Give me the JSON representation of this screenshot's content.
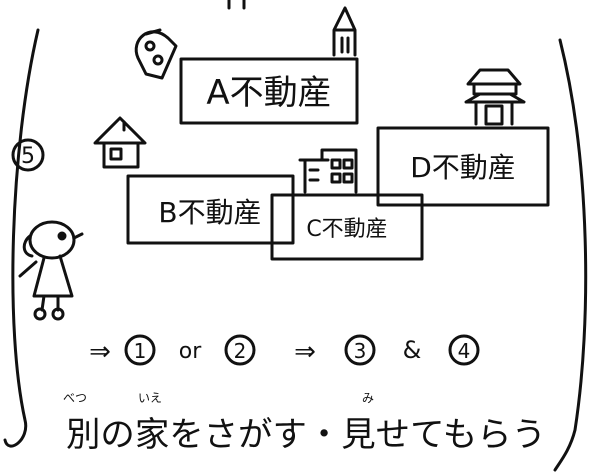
{
  "step_number": "5",
  "agencies": {
    "a": "A不動産",
    "b": "B不動産",
    "c": "C不動産",
    "d": "D不動産"
  },
  "flow": {
    "arrow1": "⇒",
    "opt1": "1",
    "or_text": "or",
    "opt2": "2",
    "arrow2": "⇒",
    "opt3": "3",
    "and_text": "&",
    "opt4": "4"
  },
  "caption": {
    "main": "別の家をさがす・見せてもらう",
    "ruby_betsu": "べつ",
    "ruby_ie": "いえ",
    "ruby_mi": "み"
  },
  "colors": {
    "ink": "#111111",
    "paper": "#ffffff"
  },
  "icons": [
    "house-icon",
    "small-house-icon",
    "apartment-icon",
    "pagoda-icon",
    "church-icon",
    "person-icon"
  ]
}
